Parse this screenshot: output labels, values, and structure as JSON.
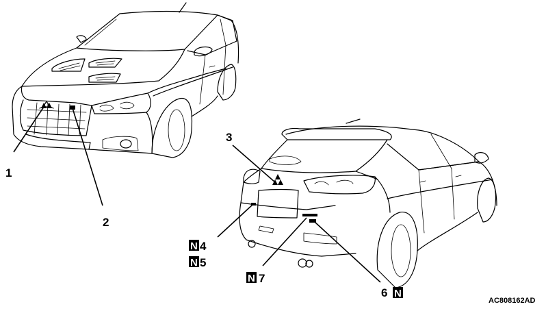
{
  "callouts": {
    "c1": "1",
    "c2": "2",
    "c3": "3",
    "c4": "4",
    "c5": "5",
    "c6": "6",
    "c7": "7"
  },
  "badge_letter": "N",
  "figure_code": "AC808162AD"
}
